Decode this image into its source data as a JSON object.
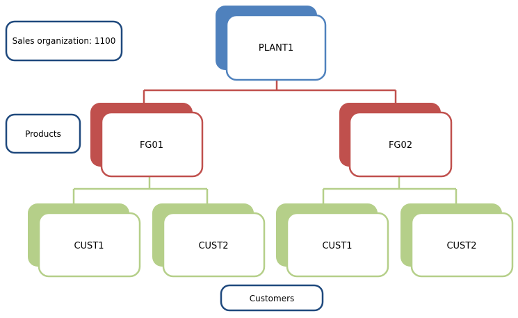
{
  "colors": {
    "plant": "#4f81bd",
    "product": "#c0504d",
    "customer": "#9bbb59",
    "customer_fill": "#b5cf89",
    "legend_border": "#1f497d"
  },
  "legend": {
    "sales_org": "Sales organization: 1100",
    "products": "Products",
    "customers": "Customers"
  },
  "tree": {
    "plant": "PLANT1",
    "products": [
      {
        "label": "FG01",
        "customers": [
          "CUST1",
          "CUST2"
        ]
      },
      {
        "label": "FG02",
        "customers": [
          "CUST1",
          "CUST2"
        ]
      }
    ]
  }
}
